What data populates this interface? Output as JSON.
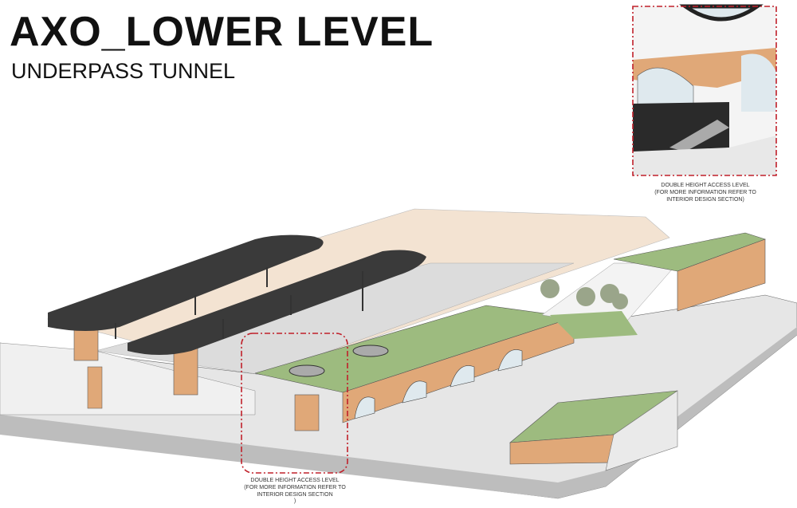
{
  "header": {
    "title": "AXO_LOWER LEVEL",
    "subtitle": "UNDERPASS TUNNEL"
  },
  "annotations": [
    {
      "line1": "DOUBLE HEIGHT ACCESS LEVEL",
      "line2": "(FOR MORE INFORMATION REFER TO",
      "line3": "INTERIOR DESIGN SECTION)",
      "line4": ""
    },
    {
      "line1": "DOUBLE HEIGHT ACCESS LEVEL",
      "line2": "(FOR MORE INFORMATION REFER TO",
      "line3": "INTERIOR DESIGN SECTION",
      "line4": ")"
    }
  ],
  "colors": {
    "roof_green": "#9dbb7f",
    "brick": "#e0a878",
    "plaza": "#f3e3d2",
    "canopy": "#3a3a3a",
    "callout": "#c0202a"
  }
}
